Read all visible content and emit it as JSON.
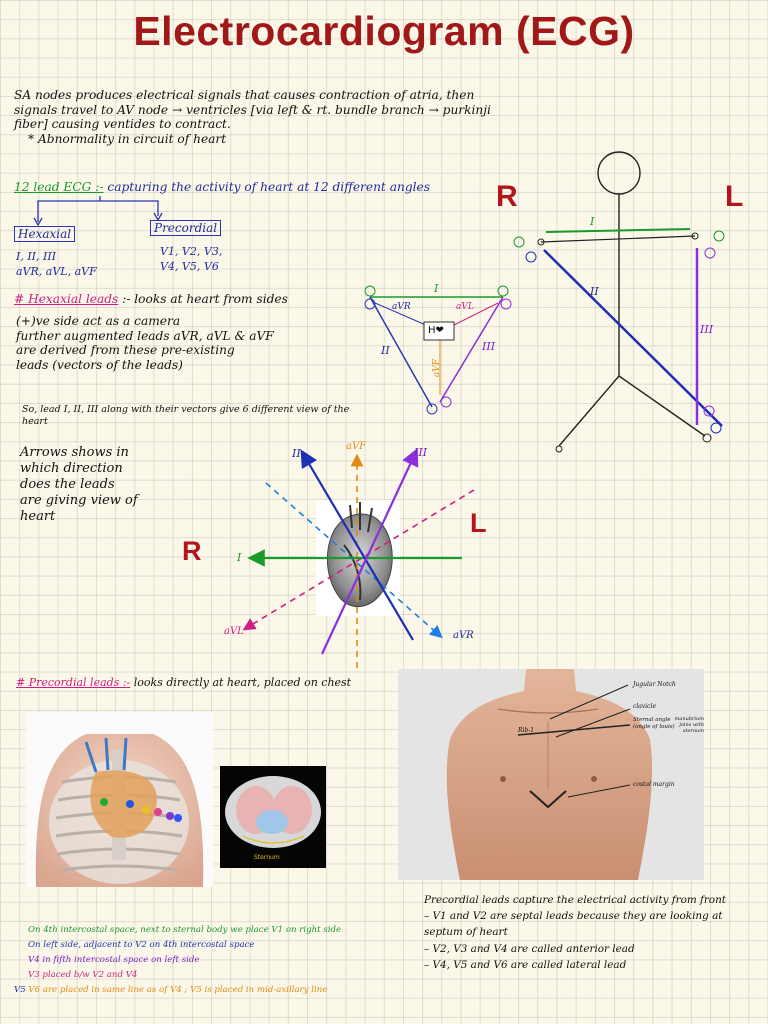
{
  "title": "Electrocardiogram (ECG)",
  "intro": {
    "line1": "SA nodes produces electrical signals that causes contraction of atria, then",
    "line2": "signals travel to AV node → ventricles [via left & rt. bundle branch → purkinji",
    "line3": "fiber] causing ventides to contract.",
    "line4": "* Abnormality in circuit of heart"
  },
  "twelve_lead": {
    "label": "12 lead ECG :-",
    "desc": "capturing the activity of heart at 12 different angles",
    "hexaxial": "Hexaxial",
    "precordial": "Precordial",
    "hex_leads1": "I, II, III",
    "hex_leads2": "aVR, aVL, aVF",
    "pre_leads1": "V1, V2, V3,",
    "pre_leads2": "V4, V5, V6"
  },
  "hexaxial_section": {
    "heading": "# Hexaxial leads",
    "desc": ":- looks at heart from sides",
    "l1": "(+)ve side act as a camera",
    "l2": "further augmented leads aVR, aVL & aVF",
    "l3": "are derived from these pre-existing",
    "l4": "leads (vectors of the leads)",
    "so1": "So, lead I, II, III along with their vectors give 6 different view of the",
    "so2": "heart"
  },
  "triangle": {
    "lead_I": "I",
    "lead_II": "II",
    "lead_III": "III",
    "avr": "aVR",
    "avl": "aVL",
    "avf": "aVF",
    "heart": "H❤"
  },
  "stickman": {
    "R": "R",
    "L": "L",
    "lead_I": "I",
    "lead_II": "II",
    "lead_III": "III"
  },
  "arrows_note": {
    "l1": "Arrows shows in",
    "l2": "which direction",
    "l3": "does the leads",
    "l4": "are giving view of",
    "l5": "heart"
  },
  "axis": {
    "R": "R",
    "L": "L",
    "I": "I",
    "II": "II",
    "III": "III",
    "avf": "aVF",
    "avl": "aVL",
    "avr": "aVR"
  },
  "precordial_section": {
    "heading": "# Precordial leads :-",
    "desc": "looks directly at heart, placed on chest"
  },
  "chest_photo": {
    "jugular": "Jugular Notch",
    "clavicle": "clavicle",
    "sternal": "Sternal angle (angle of louis)",
    "manubrium": "manubrium joins with sternum",
    "costal": "costal margin",
    "rib": "Rib-1"
  },
  "cross_section": {
    "label": "Sternum"
  },
  "placement": {
    "l1": "On 4th intercostal space, next to sternal body we place V1 on right side",
    "l2": "On left side, adjacent to V2 on 4th intercostal space",
    "l3": "V4 in fifth intercostal space on left side",
    "l4": "V3 placed b/w V2 and V4",
    "l5a": "V5",
    "l5b": "V6 are placed in same line as of V4 ; V5 is placed in mid-axillary line",
    "colors": {
      "l1": "#1a9a2a",
      "l2": "#1c2fb5",
      "l3": "#7a1fc9",
      "l4": "#d01c83",
      "l5": "#e08a12"
    }
  },
  "capture": {
    "l1": "Precordial leads capture the electrical activity from front",
    "l2": "– V1 and V2 are septal leads because they are looking at",
    "l3": "septum of heart",
    "l4": "– V2, V3 and V4 are called anterior lead",
    "l5": "– V4, V5 and V6 are called lateral lead"
  }
}
